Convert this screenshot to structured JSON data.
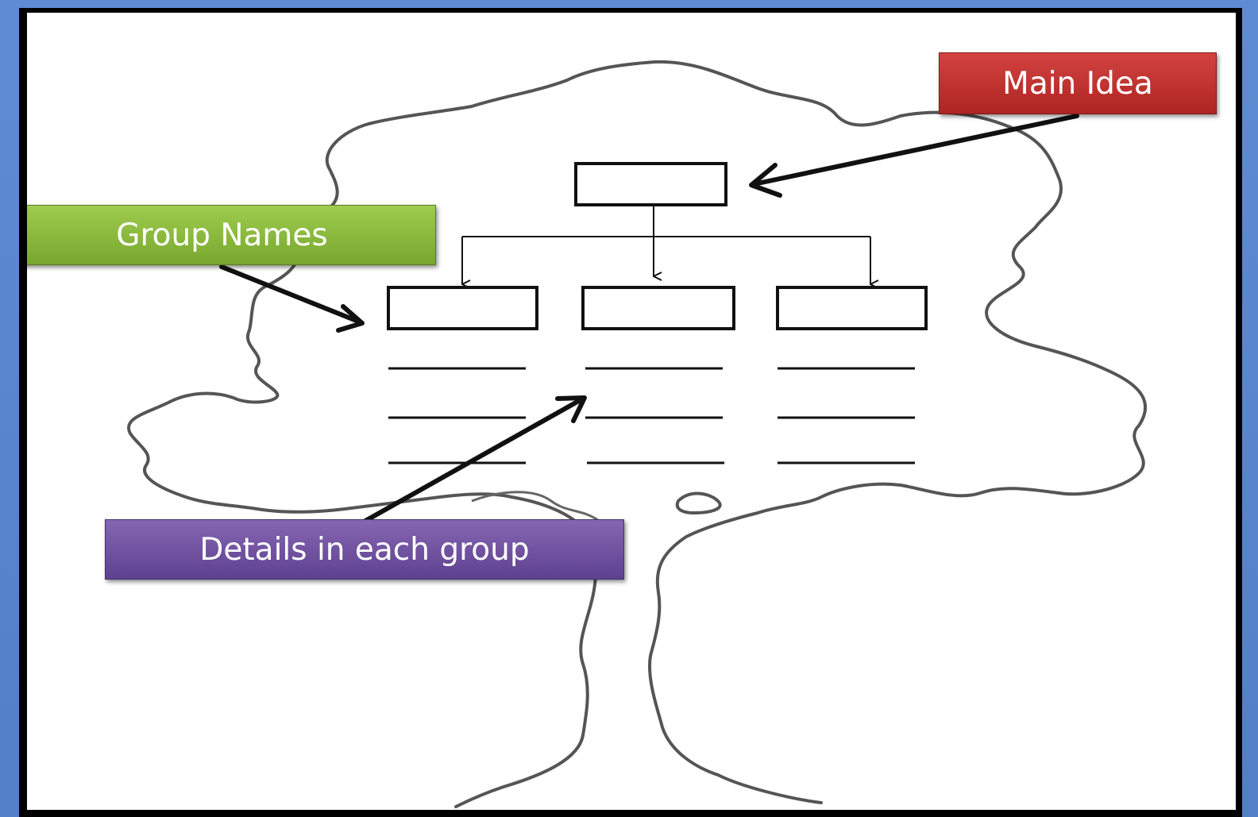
{
  "diagram": {
    "labels": {
      "main_idea": "Main Idea",
      "group_names": "Group Names",
      "details": "Details in each group"
    },
    "colors": {
      "background": "#5584cf",
      "main_idea_label": "#c0302d",
      "group_names_label": "#8bbb3d",
      "details_label": "#7050a2"
    }
  }
}
